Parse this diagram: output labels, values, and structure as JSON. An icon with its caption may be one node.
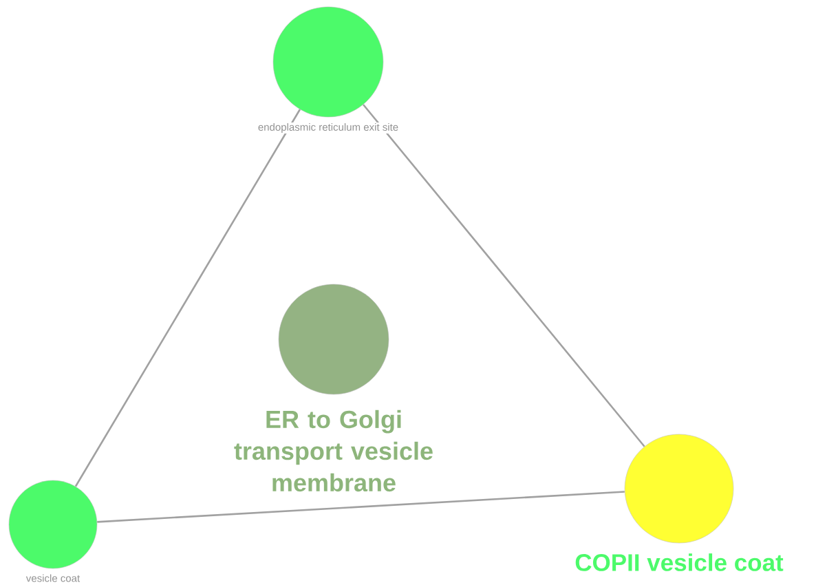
{
  "diagram": {
    "nodes": [
      {
        "text": [
          "endoplasmic reticulum exit site"
        ]
      },
      {
        "text": [
          "ER to Golgi transport vesicle membrane"
        ]
      },
      {
        "text": [
          "vesicle coat"
        ]
      },
      {
        "text": [
          "COPII vesicle coat"
        ]
      }
    ],
    "edges": [
      {
        "from": 0,
        "to": 2,
        "arrow": "none"
      },
      {
        "from": 0,
        "to": 3,
        "arrow": "none"
      },
      {
        "from": 2,
        "to": 3,
        "arrow": "none"
      }
    ]
  }
}
